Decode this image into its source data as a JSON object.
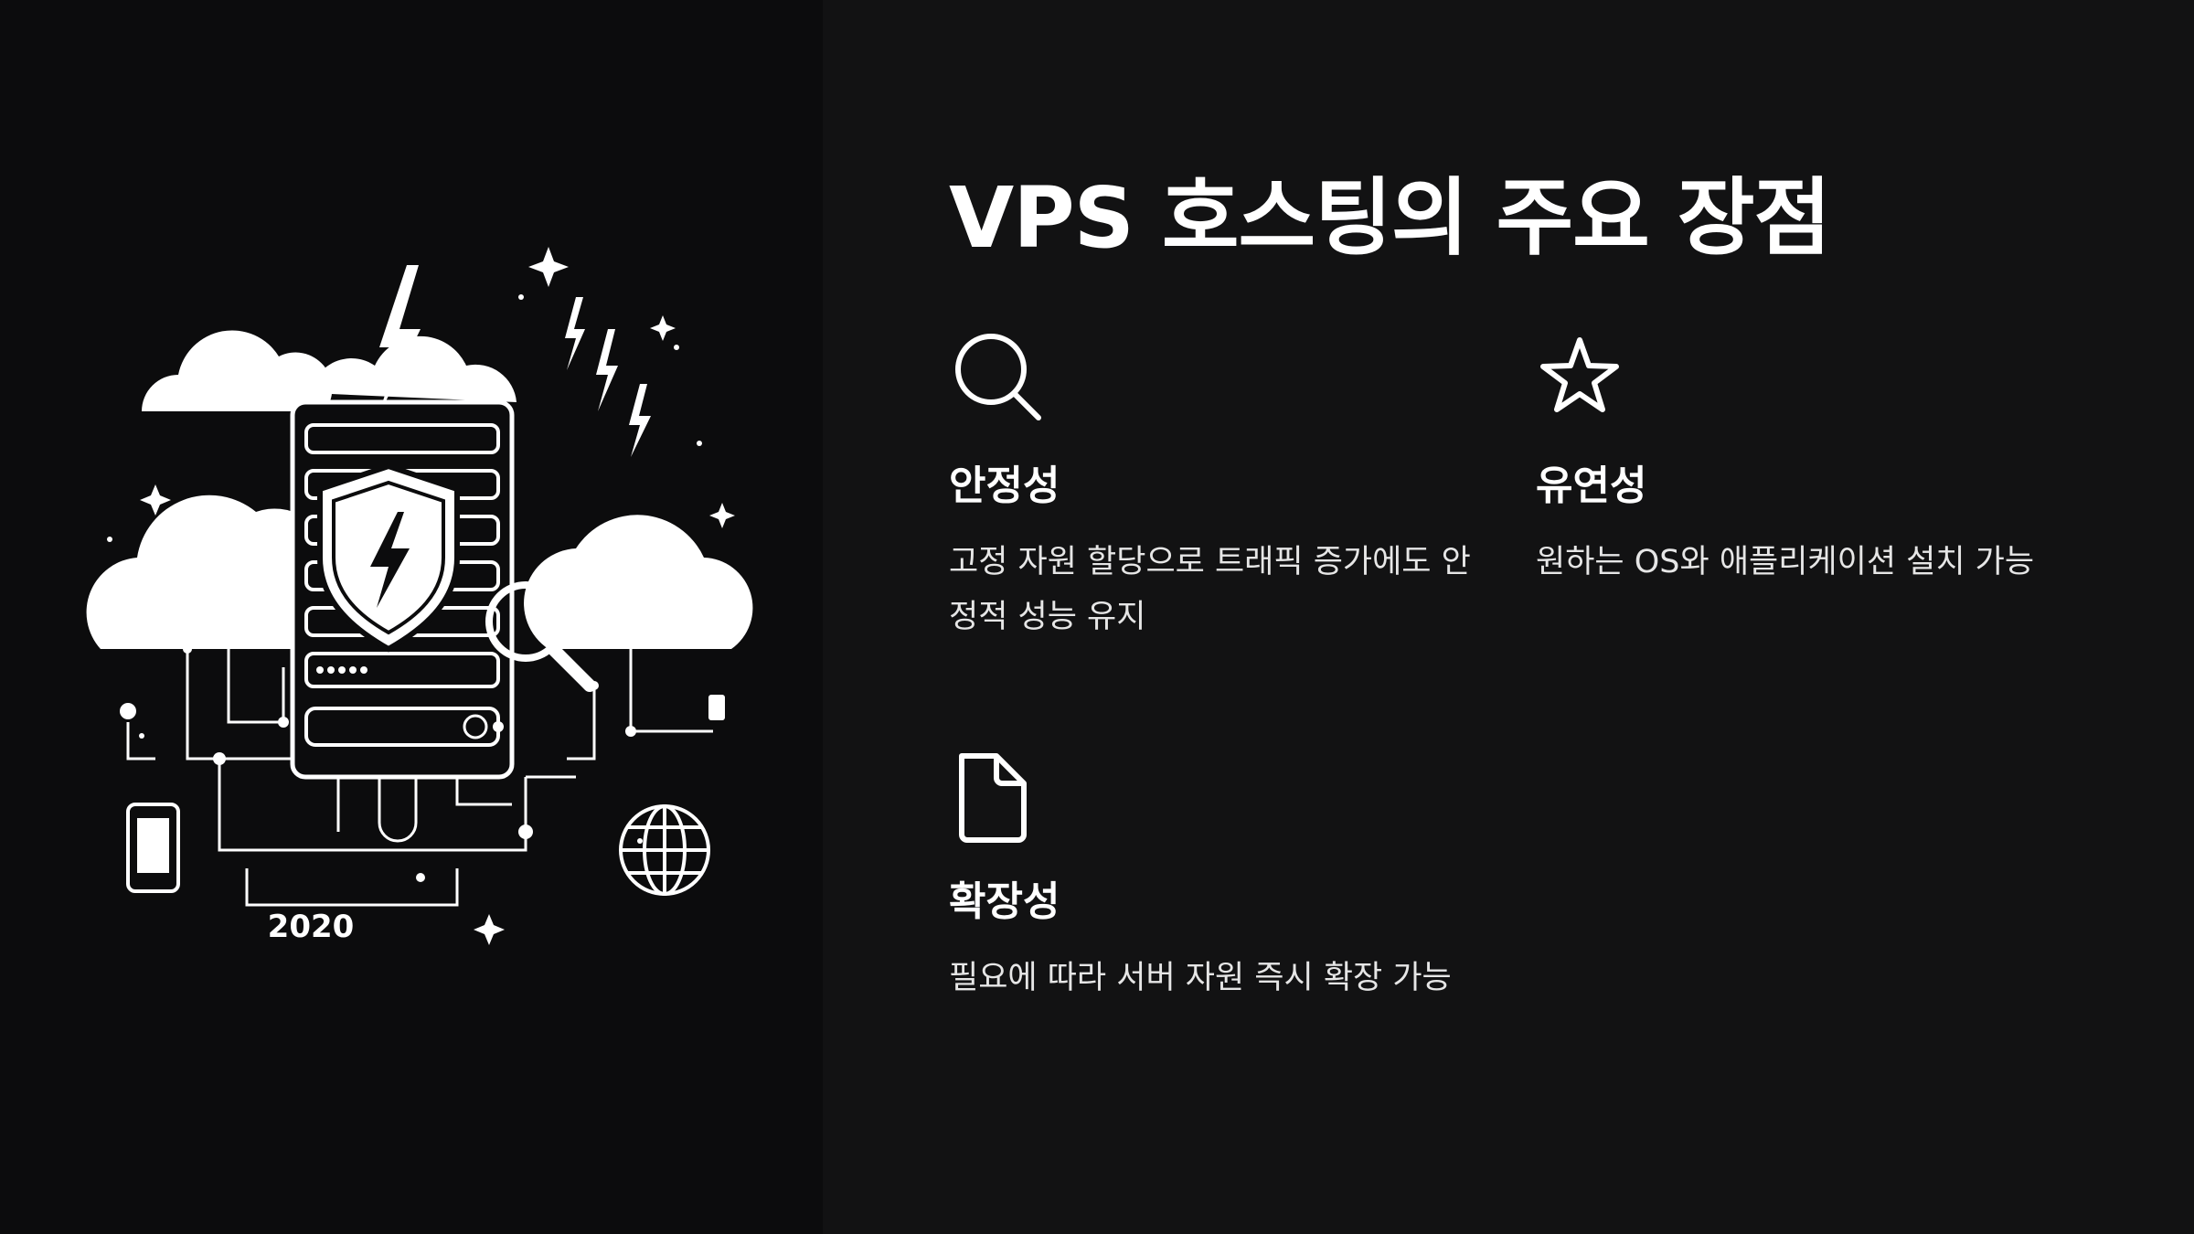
{
  "slide": {
    "title": "VPS 호스팅의 주요 장점",
    "illustration": {
      "year_label": "2020"
    },
    "features": [
      {
        "icon": "search-icon",
        "title": "안정성",
        "description": "고정 자원 할당으로 트래픽 증가에도 안정적 성능 유지"
      },
      {
        "icon": "star-icon",
        "title": "유연성",
        "description": "원하는 OS와 애플리케이션 설치 가능"
      },
      {
        "icon": "document-icon",
        "title": "확장성",
        "description": "필요에 따라 서버 자원 즉시 확장 가능"
      }
    ]
  },
  "colors": {
    "background": "#121213",
    "illustration_background": "#0c0c0d",
    "text": "#ffffff"
  }
}
